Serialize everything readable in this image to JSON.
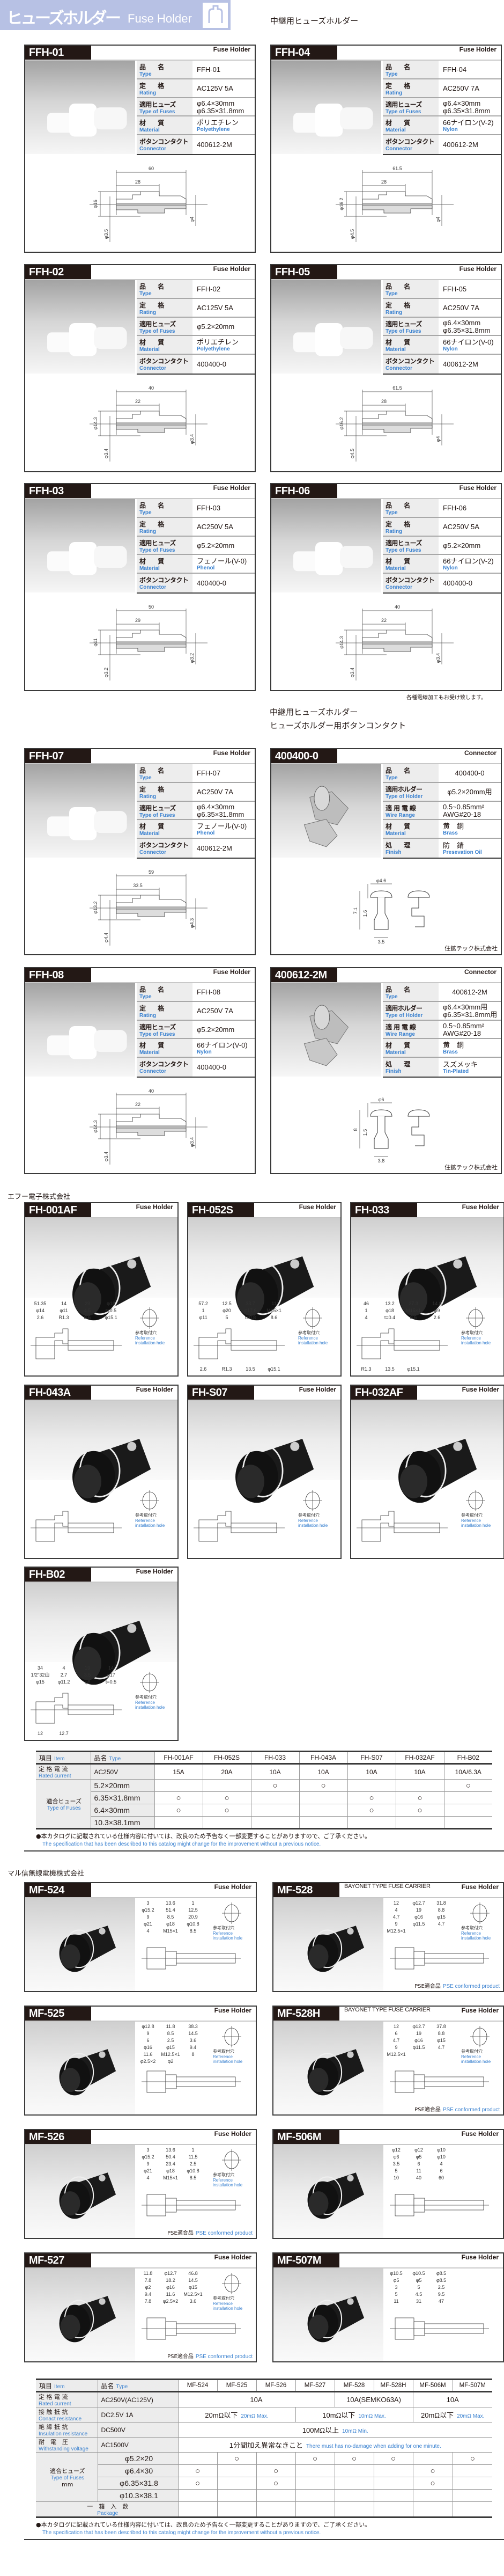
{
  "header": {
    "title_jp": "ヒューズホルダー",
    "title_en": "Fuse Holder",
    "icon": "fuse-holder-icon"
  },
  "section_relay": "中継用ヒューズホルダー",
  "section_relay2": [
    "中継用ヒューズホルダー",
    "ヒューズホルダー用ボタンコンタクト"
  ],
  "wire_note": "各種電線加工もお受け致します。",
  "ffh": {
    "cards": [
      {
        "id": "FFH-01",
        "cat": "Fuse Holder",
        "kind": "holder",
        "dims": [
          "60",
          "28",
          "φ16",
          "φ3.5",
          "φ4"
        ],
        "rows": [
          {
            "jp": "品　　名",
            "en": "Type",
            "val": "FFH-01"
          },
          {
            "jp": "定　　格",
            "en": "Rating",
            "val": "AC125V 5A"
          },
          {
            "jp": "適用ヒューズ",
            "en": "Type of Fuses",
            "val": "φ6.4×30mm",
            "val2": "φ6.35×31.8mm"
          },
          {
            "jp": "材　　質",
            "en": "Material",
            "val": "ポリエチレン",
            "val_en": "Polyethylene"
          },
          {
            "jp": "ボタンコンタクト",
            "en": "Connector",
            "val": "400612-2M"
          }
        ]
      },
      {
        "id": "FFH-04",
        "cat": "Fuse Holder",
        "kind": "holder",
        "dims": [
          "61.5",
          "28",
          "φ16.2",
          "φ4.5",
          "φ4"
        ],
        "rows": [
          {
            "jp": "品　　名",
            "en": "Type",
            "val": "FFH-04"
          },
          {
            "jp": "定　　格",
            "en": "Rating",
            "val": "AC250V 7A"
          },
          {
            "jp": "適用ヒューズ",
            "en": "Type of Fuses",
            "val": "φ6.4×30mm",
            "val2": "φ6.35×31.8mm"
          },
          {
            "jp": "材　　質",
            "en": "Material",
            "val": "66ナイロン(V-2)",
            "val_en": "Nylon"
          },
          {
            "jp": "ボタンコンタクト",
            "en": "Connector",
            "val": "400612-2M"
          }
        ]
      },
      {
        "id": "FFH-02",
        "cat": "Fuse Holder",
        "kind": "holder",
        "dims": [
          "40",
          "22",
          "φ14.3",
          "φ3.4",
          "φ3.4"
        ],
        "rows": [
          {
            "jp": "品　　名",
            "en": "Type",
            "val": "FFH-02"
          },
          {
            "jp": "定　　格",
            "en": "Rating",
            "val": "AC125V 5A"
          },
          {
            "jp": "適用ヒューズ",
            "en": "Type of Fuses",
            "val": "φ5.2×20mm"
          },
          {
            "jp": "材　　質",
            "en": "Material",
            "val": "ポリエチレン",
            "val_en": "Polyethylene"
          },
          {
            "jp": "ボタンコンタクト",
            "en": "Connector",
            "val": "400400-0"
          }
        ]
      },
      {
        "id": "FFH-05",
        "cat": "Fuse Holder",
        "kind": "holder",
        "dims": [
          "61.5",
          "28",
          "φ16.2",
          "φ4.5",
          "φ4"
        ],
        "rows": [
          {
            "jp": "品　　名",
            "en": "Type",
            "val": "FFH-05"
          },
          {
            "jp": "定　　格",
            "en": "Rating",
            "val": "AC250V 7A"
          },
          {
            "jp": "適用ヒューズ",
            "en": "Type of Fuses",
            "val": "φ6.4×30mm",
            "val2": "φ6.35×31.8mm"
          },
          {
            "jp": "材　　質",
            "en": "Material",
            "val": "66ナイロン(V-0)",
            "val_en": "Nylon"
          },
          {
            "jp": "ボタンコンタクト",
            "en": "Connector",
            "val": "400612-2M"
          }
        ]
      },
      {
        "id": "FFH-03",
        "cat": "Fuse Holder",
        "kind": "holder",
        "dims": [
          "50",
          "29",
          "φ11",
          "φ3.2",
          "φ3.2"
        ],
        "rows": [
          {
            "jp": "品　　名",
            "en": "Type",
            "val": "FFH-03"
          },
          {
            "jp": "定　　格",
            "en": "Rating",
            "val": "AC250V 5A"
          },
          {
            "jp": "適用ヒューズ",
            "en": "Type of Fuses",
            "val": "φ5.2×20mm"
          },
          {
            "jp": "材　　質",
            "en": "Material",
            "val": "フェノール(V-0)",
            "val_en": "Phenol"
          },
          {
            "jp": "ボタンコンタクト",
            "en": "Connector",
            "val": "400400-0"
          }
        ]
      },
      {
        "id": "FFH-06",
        "cat": "Fuse Holder",
        "kind": "holder",
        "dims": [
          "40",
          "22",
          "φ14.3",
          "φ3.4",
          "φ3.4"
        ],
        "rows": [
          {
            "jp": "品　　名",
            "en": "Type",
            "val": "FFH-06"
          },
          {
            "jp": "定　　格",
            "en": "Rating",
            "val": "AC250V 5A"
          },
          {
            "jp": "適用ヒューズ",
            "en": "Type of Fuses",
            "val": "φ5.2×20mm"
          },
          {
            "jp": "材　　質",
            "en": "Material",
            "val": "66ナイロン(V-2)",
            "val_en": "Nylon"
          },
          {
            "jp": "ボタンコンタクト",
            "en": "Connector",
            "val": "400400-0"
          }
        ]
      },
      {
        "id": "FFH-07",
        "cat": "Fuse Holder",
        "kind": "holder",
        "dims": [
          "59",
          "33.5",
          "φ13.2",
          "φ4.4",
          "φ4.3"
        ],
        "rows": [
          {
            "jp": "品　　名",
            "en": "Type",
            "val": "FFH-07"
          },
          {
            "jp": "定　　格",
            "en": "Rating",
            "val": "AC250V 7A"
          },
          {
            "jp": "適用ヒューズ",
            "en": "Type of Fuses",
            "val": "φ6.4×30mm",
            "val2": "φ6.35×31.8mm"
          },
          {
            "jp": "材　　質",
            "en": "Material",
            "val": "フェノール(V-0)",
            "val_en": "Phenol"
          },
          {
            "jp": "ボタンコンタクト",
            "en": "Connector",
            "val": "400612-2M"
          }
        ]
      },
      {
        "id": "400400-0",
        "cat": "Connector",
        "kind": "contact",
        "maker": "住鉱テック株式会社",
        "dims": [
          "φ4.6",
          "7.1",
          "1.6",
          "3.5"
        ],
        "rows": [
          {
            "jp": "品　　名",
            "en": "Type",
            "val": "400400-0"
          },
          {
            "jp": "適用ホルダー",
            "en": "Type of Holder",
            "val": "φ5.2×20mm用"
          },
          {
            "jp": "適 用 電 線",
            "en": "Wire Range",
            "val": "0.5~0.85mm²",
            "val2": "AWG#20-18"
          },
          {
            "jp": "材　　質",
            "en": "Material",
            "val": "黄　銅",
            "val_en": "Brass"
          },
          {
            "jp": "処　　理",
            "en": "Finish",
            "val": "防　錆",
            "val_en": "Presevation Oil"
          }
        ]
      },
      {
        "id": "FFH-08",
        "cat": "Fuse Holder",
        "kind": "holder",
        "dims": [
          "40",
          "22",
          "φ14.3",
          "φ3.4",
          "φ3.4"
        ],
        "rows": [
          {
            "jp": "品　　名",
            "en": "Type",
            "val": "FFH-08"
          },
          {
            "jp": "定　　格",
            "en": "Rating",
            "val": "AC250V 7A"
          },
          {
            "jp": "適用ヒューズ",
            "en": "Type of Fuses",
            "val": "φ5.2×20mm"
          },
          {
            "jp": "材　　質",
            "en": "Material",
            "val": "66ナイロン(V-0)",
            "val_en": "Nylon"
          },
          {
            "jp": "ボタンコンタクト",
            "en": "Connector",
            "val": "400400-0"
          }
        ]
      },
      {
        "id": "400612-2M",
        "cat": "Connector",
        "kind": "contact",
        "maker": "住鉱テック株式会社",
        "dims": [
          "φ6",
          "8",
          "1.5",
          "3.8"
        ],
        "rows": [
          {
            "jp": "品　　名",
            "en": "Type",
            "val": "400612-2M"
          },
          {
            "jp": "適用ホルダー",
            "en": "Type of Holder",
            "val": "φ6.4×30mm用",
            "val2": "φ6.35×31.8mm用"
          },
          {
            "jp": "適 用 電 線",
            "en": "Wire Range",
            "val": "0.5~0.85mm²",
            "val2": "AWG#20-18"
          },
          {
            "jp": "材　　質",
            "en": "Material",
            "val": "黄　銅",
            "val_en": "Brass"
          },
          {
            "jp": "処　　理",
            "en": "Finish",
            "val": "スズメッキ",
            "val_en": "Tin-Plated"
          }
        ]
      }
    ]
  },
  "ref_hole": {
    "jp": "参考取付穴",
    "en1": "Reference",
    "en2": "installation hole"
  },
  "pse": {
    "jp": "PSE適合品",
    "en": "PSE conformed product"
  },
  "fh": {
    "maker": "エフー電子株式会社",
    "cards": [
      {
        "id": "FH-001AF",
        "cat": "Fuse Holder",
        "dims": [
          "51.35",
          "14",
          "29",
          "φ18",
          "φ14",
          "φ11",
          "4.5",
          "t=0.5",
          "2.6",
          "R1.3",
          "8.6",
          "φ15.1"
        ]
      },
      {
        "id": "FH-052S",
        "cat": "Fuse Holder",
        "dims": [
          "57.2",
          "12.5",
          "33.7",
          "11",
          "1",
          "φ20",
          "φ17.6",
          "M15×1",
          "φ11",
          "5",
          "t=0.8",
          "8.6",
          "2.6",
          "R1.3",
          "13.5",
          "φ15.1"
        ]
      },
      {
        "id": "FH-033",
        "cat": "Fuse Holder",
        "dims": [
          "46",
          "13.2",
          "27.3",
          "14.8",
          "1",
          "φ18",
          "M15×1",
          "φ9",
          "4",
          "t=0.4",
          "8.6",
          "2.6",
          "R1.3",
          "13.5",
          "φ15.1"
        ]
      },
      {
        "id": "FH-043A",
        "cat": "Fuse Holder",
        "dims": []
      },
      {
        "id": "FH-S07",
        "cat": "Fuse Holder",
        "dims": []
      },
      {
        "id": "FH-032AF",
        "cat": "Fuse Holder",
        "dims": []
      },
      {
        "id": "FH-B02",
        "cat": "Fuse Holder",
        "dims": [
          "34",
          "4",
          "19",
          "14",
          "1/2\"32山",
          "2.7",
          "3.5",
          "φ17",
          "φ15",
          "φ11.2",
          "φ8",
          "t=0.5",
          "12",
          "12.7"
        ]
      }
    ],
    "table": {
      "item_jp": "項目",
      "item_en": "Item",
      "type_jp": "品名",
      "type_en": "Type",
      "models": [
        "FH-001AF",
        "FH-052S",
        "FH-033",
        "FH-043A",
        "FH-S07",
        "FH-032AF",
        "FH-B02"
      ],
      "rated": {
        "jp": "定 格 電 流",
        "en": "Rated current",
        "type": "AC250V",
        "values": [
          "15A",
          "20A",
          "10A",
          "10A",
          "10A",
          "10A",
          "10A/6.3A"
        ]
      },
      "fuses": {
        "jp": "適合ヒューズ",
        "en": "Type of Fuses"
      },
      "fuse_rows": [
        {
          "size": "5.2×20mm",
          "marks": [
            "",
            "",
            "○",
            "○",
            "",
            "",
            "○"
          ]
        },
        {
          "size": "6.35×31.8mm",
          "marks": [
            "○",
            "○",
            "",
            "",
            "○",
            "○",
            ""
          ]
        },
        {
          "size": "6.4×30mm",
          "marks": [
            "○",
            "○",
            "",
            "",
            "○",
            "○",
            ""
          ]
        },
        {
          "size": "10.3×38.1mm",
          "marks": [
            "",
            "",
            "",
            "",
            "",
            "",
            ""
          ]
        }
      ]
    }
  },
  "notes": {
    "jp": "●本カタログに記載されている仕様内容に付いては、改良のため予告なく一部変更することがありますので、ご了承ください。",
    "en": "The specification that has been described to this catalog might change for the improvement without a previous notice."
  },
  "mf": {
    "maker": "マル信無線電機株式会社",
    "cards": [
      {
        "id": "MF-524",
        "cat": "Fuse Holder",
        "sub": "",
        "pse": false,
        "ref": true,
        "dims": [
          "3",
          "13.6",
          "1",
          "φ15.2",
          "51.4",
          "12.5",
          "9",
          "8.5",
          "20.9",
          "φ21",
          "φ18",
          "φ10.8",
          "4",
          "M15×1",
          "8.5"
        ]
      },
      {
        "id": "MF-528",
        "cat": "Fuse Holder",
        "sub": "BAYONET TYPE FUSE CARRIER",
        "pse": true,
        "ref": true,
        "dims": [
          "12",
          "φ12.7",
          "31.8",
          "4",
          "19",
          "8.8",
          "4.7",
          "φ16",
          "φ15",
          "9",
          "φ11.5",
          "4.7",
          "M12.5×1"
        ]
      },
      {
        "id": "MF-525",
        "cat": "Fuse Holder",
        "sub": "",
        "pse": false,
        "ref": true,
        "dims": [
          "φ12.8",
          "11.8",
          "38.3",
          "9",
          "8.5",
          "14.5",
          "6",
          "2.5",
          "3.6",
          "φ16",
          "φ15",
          "9.4",
          "11.6",
          "M12.5×1",
          "8",
          "φ2.5×2",
          "φ2"
        ]
      },
      {
        "id": "MF-528H",
        "cat": "Fuse Holder",
        "sub": "BAYONET TYPE FUSE CARRIER",
        "pse": true,
        "ref": true,
        "dims": [
          "12",
          "φ12.7",
          "37.8",
          "6",
          "19",
          "8.8",
          "4.7",
          "φ16",
          "φ15",
          "9",
          "φ11.5",
          "4.7",
          "M12.5×1"
        ]
      },
      {
        "id": "MF-526",
        "cat": "Fuse Holder",
        "sub": "",
        "pse": true,
        "ref": true,
        "dims": [
          "3",
          "13.6",
          "1",
          "φ15.2",
          "50.4",
          "11.5",
          "9",
          "23.4",
          "2.5",
          "φ21",
          "φ18",
          "φ10.8",
          "4",
          "M15×1",
          "8.5"
        ]
      },
      {
        "id": "MF-506M",
        "cat": "Fuse Holder",
        "sub": "",
        "pse": false,
        "ref": false,
        "dims": [
          "φ12",
          "φ12",
          "φ10",
          "φ6",
          "φ5",
          "φ10",
          "3.5",
          "6",
          "4",
          "5",
          "11",
          "6",
          "10",
          "40",
          "60"
        ]
      },
      {
        "id": "MF-527",
        "cat": "Fuse Holder",
        "sub": "",
        "pse": true,
        "ref": true,
        "dims": [
          "11.8",
          "φ12.7",
          "46.8",
          "7.8",
          "18.2",
          "14.5",
          "φ2",
          "φ16",
          "φ15",
          "9.4",
          "11.6",
          "M12.5×1",
          "7.8",
          "φ2.5×2",
          "3.6"
        ]
      },
      {
        "id": "MF-507M",
        "cat": "Fuse Holder",
        "sub": "",
        "pse": false,
        "ref": false,
        "dims": [
          "φ10.5",
          "φ10.5",
          "φ8.5",
          "φ5",
          "φ5",
          "φ8.5",
          "3",
          "5",
          "2.5",
          "5",
          "4.5",
          "9.5",
          "11",
          "31",
          "47"
        ]
      }
    ],
    "table": {
      "item_jp": "項目",
      "item_en": "Item",
      "type_jp": "品名",
      "type_en": "Type",
      "models": [
        "MF-524",
        "MF-525",
        "MF-526",
        "MF-527",
        "MF-528",
        "MF-528H",
        "MF-506M",
        "MF-507M"
      ],
      "rows": [
        {
          "jp": "定 格 電 流",
          "en": "Rated current",
          "type": "AC250V(AC125V)",
          "cells": [
            {
              "text": "10A",
              "span": 4
            },
            {
              "text": "10A(SEMKO63A)",
              "span": 2
            },
            {
              "text": "10A",
              "span": 2
            }
          ]
        },
        {
          "jp": "接 触 抵 抗",
          "en": "Conact resistance",
          "type": "DC2.5V 1A",
          "cells": [
            {
              "text": "20mΩ以下",
              "en": "20mΩ Max.",
              "span": 3
            },
            {
              "text": "10mΩ以下",
              "en": "10mΩ Max.",
              "span": 3
            },
            {
              "text": "20mΩ以下",
              "en": "20mΩ Max.",
              "span": 2
            }
          ]
        },
        {
          "jp": "絶 縁 抵 抗",
          "en": "Insulation resistance",
          "type": "DC500V",
          "cells": [
            {
              "text": "100MΩ以上",
              "en": "10mΩ Min.",
              "span": 8
            }
          ]
        },
        {
          "jp": "耐　電　圧",
          "en": "Withstanding voltage",
          "type": "AC1500V",
          "cells": [
            {
              "text": "1分間加え異常なきこと",
              "en": "There must has no-damage when adding for one minute.",
              "span": 8
            }
          ]
        }
      ],
      "fuses": {
        "jp": "適合ヒューズ",
        "en": "Type of Fuses",
        "unit": "mm"
      },
      "fuse_rows": [
        {
          "size": "φ5.2×20",
          "marks": [
            "",
            "○",
            "",
            "○",
            "○",
            "○",
            "",
            "○"
          ]
        },
        {
          "size": "φ6.4×30",
          "marks": [
            "○",
            "",
            "○",
            "",
            "",
            "",
            "○",
            ""
          ]
        },
        {
          "size": "φ6.35×31.8",
          "marks": [
            "○",
            "",
            "○",
            "",
            "",
            "",
            "○",
            ""
          ]
        },
        {
          "size": "φ10.3×38.1",
          "marks": [
            "",
            "",
            "",
            "",
            "",
            "",
            "",
            ""
          ]
        }
      ],
      "package": {
        "jp": "一　箱　入　数",
        "en": "Package"
      }
    }
  },
  "colors": {
    "header_band": "#b7c1e4",
    "title_block": "#231815",
    "accent_blue": "#3b82d0"
  }
}
